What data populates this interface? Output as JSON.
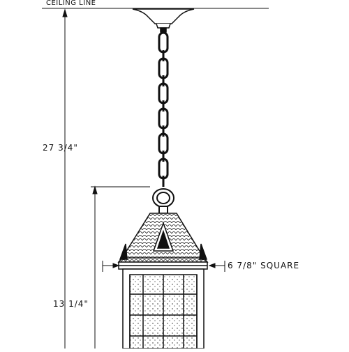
{
  "labels": {
    "ceiling_line": "CEILING LINE",
    "overall_height": "27 3/4\"",
    "body_height": "13 1/4\"",
    "width": "6 7/8\" SQUARE"
  },
  "colors": {
    "line": "#111111",
    "fill_light": "#e8e8e8",
    "background": "#ffffff"
  }
}
